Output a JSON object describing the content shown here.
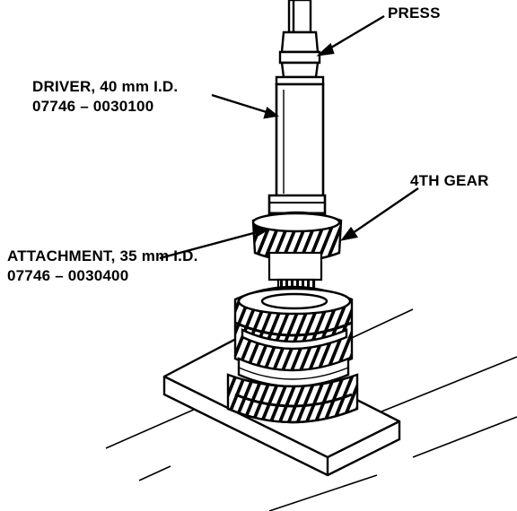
{
  "labels": {
    "press": "PRESS",
    "driver": {
      "line1": "DRIVER, 40 mm I.D.",
      "line2": "07746 – 0030100"
    },
    "fourth_gear": "4TH GEAR",
    "attachment": {
      "line1": "ATTACHMENT, 35 mm I.D.",
      "line2": "07746 – 0030400"
    }
  },
  "colors": {
    "ink": "#000000",
    "paper": "#ffffff"
  }
}
